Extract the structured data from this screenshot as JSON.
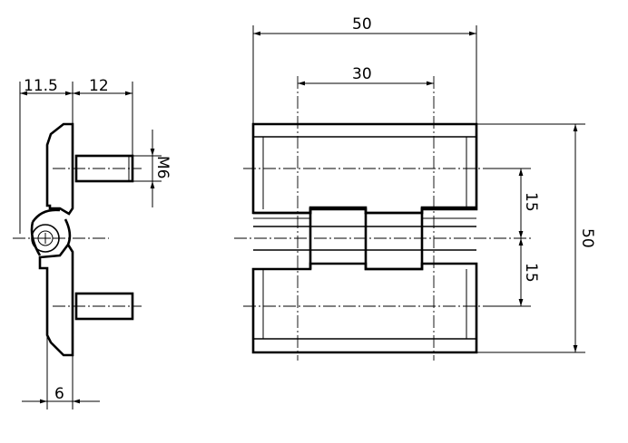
{
  "dimensions": {
    "side_offset": "11.5",
    "side_pin_length": "12",
    "side_thread": "M6",
    "side_thickness": "6",
    "front_width": "50",
    "front_hole_spacing": "30",
    "front_height": "50",
    "front_upper_hole": "15",
    "front_lower_hole": "15"
  },
  "colors": {
    "line": "#000000",
    "background": "#ffffff"
  }
}
